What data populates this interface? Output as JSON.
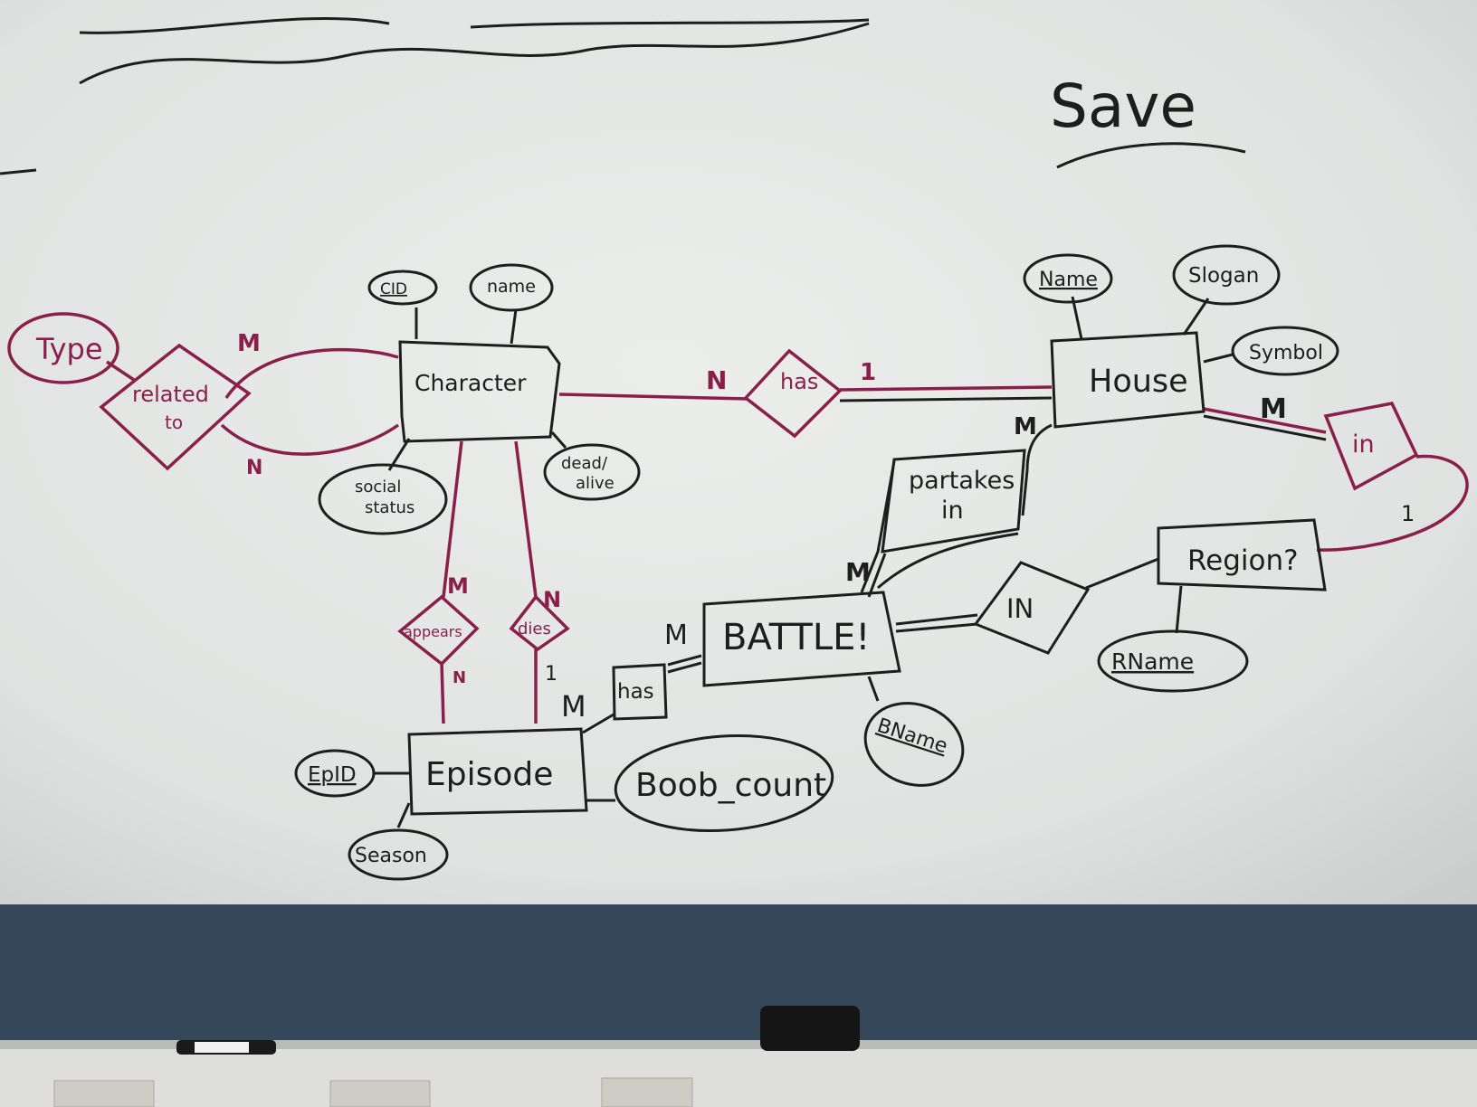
{
  "board": {
    "title_fragment": "DATABASE",
    "save_label": "Save"
  },
  "colors": {
    "board": "#e3e6e4",
    "ink_black": "#1e1e1e",
    "ink_red": "#8a1f4a",
    "wall": "#34485a",
    "ledge": "#dedfdc",
    "eraser": "#151515"
  },
  "entities": {
    "character": "Character",
    "house": "House",
    "episode": "Episode",
    "battle": "BATTLE!",
    "region": "Region?"
  },
  "relationships": {
    "related_to_line1": "related",
    "related_to_line2": "to",
    "has_character_house": "has",
    "in_house_region": "in",
    "partakes_in_line1": "partakes",
    "partakes_in_line2": "in",
    "in_battle_region": "IN",
    "appears": "appears",
    "dies": "dies",
    "has_episode_battle": "has"
  },
  "attributes": {
    "type": "Type",
    "cid": "CID",
    "name_character": "name",
    "social_status_line1": "social",
    "social_status_line2": "status",
    "dead_alive_line1": "dead/",
    "dead_alive_line2": "alive",
    "name_house": "Name",
    "slogan": "Slogan",
    "symbol": "Symbol",
    "rname": "RName",
    "bname": "BName",
    "epid": "EpID",
    "season": "Season",
    "boob_count": "Boob_count"
  },
  "cardinalities": {
    "related_top": "M",
    "related_bottom": "N",
    "character_has": "N",
    "house_has": "1",
    "house_in": "M",
    "region_in": "1",
    "house_partakes": "M",
    "battle_partakes": "M",
    "appears_character": "M",
    "appears_episode": "N",
    "dies_character": "N",
    "dies_episode": "1",
    "battle_has": "M",
    "episode_has": "M"
  }
}
